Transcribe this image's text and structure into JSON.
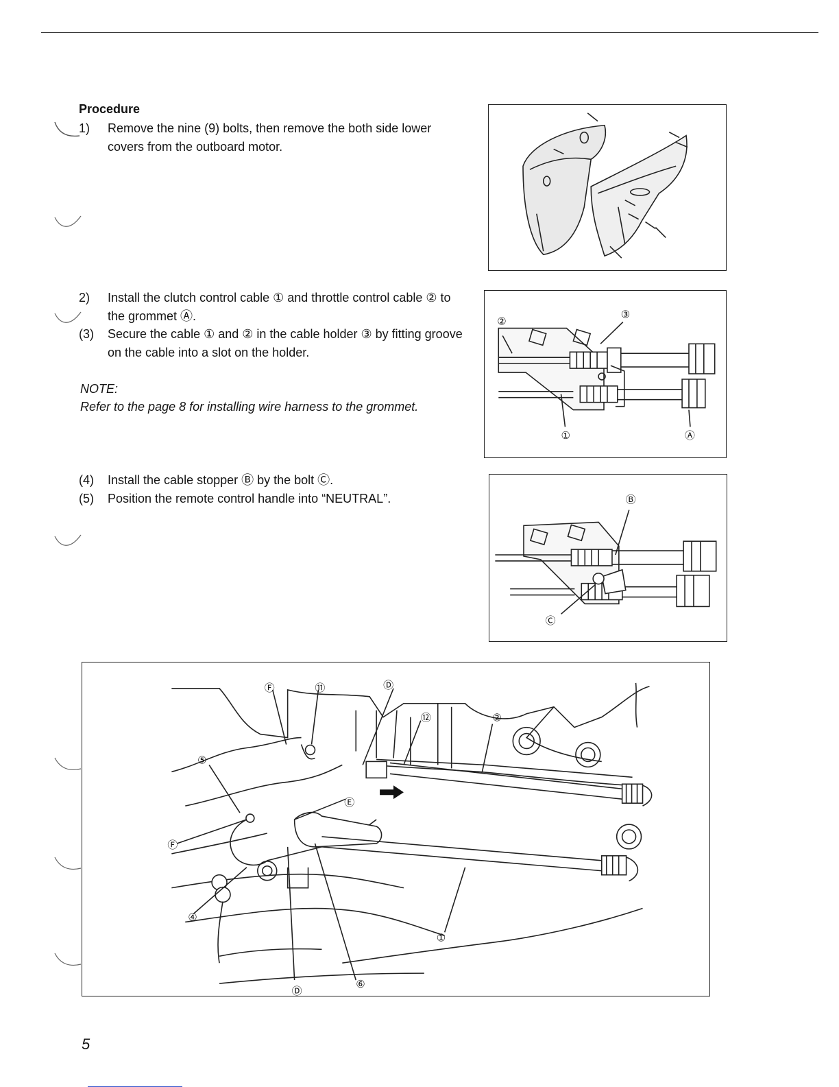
{
  "heading": "Procedure",
  "steps": [
    {
      "num": "1)",
      "text": "Remove the nine (9) bolts, then remove the both side lower covers from the outboard motor."
    },
    {
      "num": "2)",
      "text": "Install the clutch control cable ① and throttle control cable ② to the grommet Ⓐ."
    },
    {
      "num": "(3)",
      "text": "Secure the cable ① and ② in the cable holder ③ by fitting groove on the cable into a slot on the holder."
    },
    {
      "num": "(4)",
      "text": "Install the cable stopper Ⓑ by the bolt Ⓒ."
    },
    {
      "num": "(5)",
      "text": "Position the remote control handle into “NEUTRAL”."
    }
  ],
  "note": {
    "label": "NOTE:",
    "text": "Refer to the page 8 for installing wire harness to the grommet."
  },
  "figures": {
    "fig2": {
      "labels": [
        "②",
        "③",
        "①",
        "Ⓐ"
      ]
    },
    "fig3": {
      "labels": [
        "Ⓑ",
        "Ⓒ"
      ]
    },
    "fig4": {
      "labels": [
        "Ⓕ",
        "⑪",
        "Ⓓ",
        "⑫",
        "②",
        "⑤",
        "Ⓔ",
        "Ⓕ",
        "④",
        "Ⓓ",
        "⑥",
        "①"
      ]
    }
  },
  "page_number": "5"
}
